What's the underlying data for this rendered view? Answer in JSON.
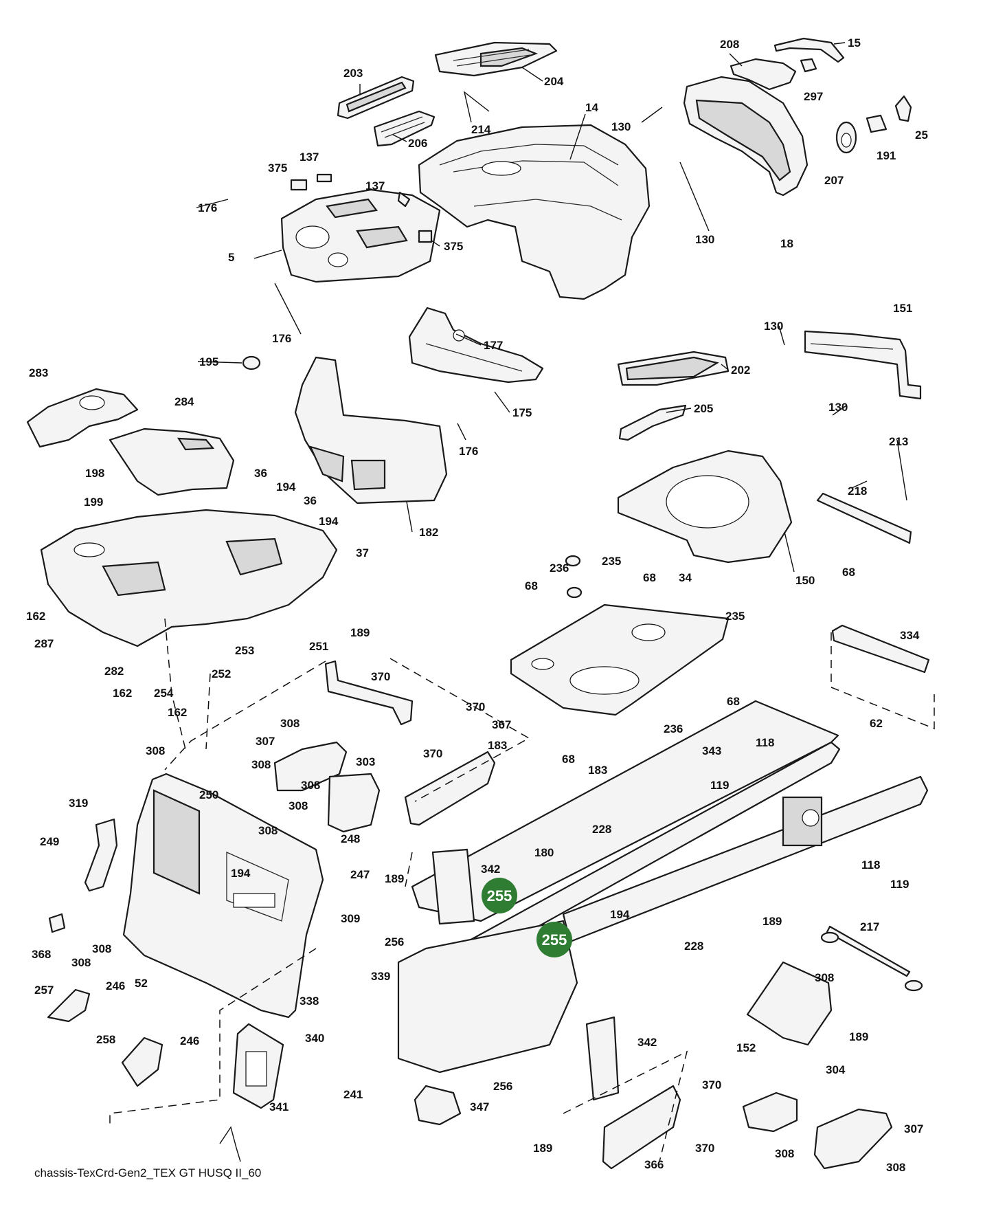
{
  "caption": "chassis-TexCrd-Gen2_TEX GT HUSQ II_60",
  "highlight_color": "#2e7d32",
  "badges": [
    "255",
    "255"
  ],
  "labels": [
    "15",
    "208",
    "203",
    "204",
    "297",
    "25",
    "214",
    "14",
    "206",
    "130",
    "191",
    "207",
    "137",
    "375",
    "137",
    "176",
    "5",
    "375",
    "18",
    "130",
    "176",
    "177",
    "195",
    "151",
    "130",
    "202",
    "283",
    "284",
    "175",
    "130",
    "176",
    "205",
    "198",
    "36",
    "194",
    "199",
    "36",
    "194",
    "213",
    "218",
    "182",
    "150",
    "37",
    "68",
    "236",
    "235",
    "68",
    "34",
    "68",
    "162",
    "287",
    "235",
    "189",
    "334",
    "251",
    "282",
    "370",
    "253",
    "162",
    "252",
    "254",
    "162",
    "68",
    "62",
    "308",
    "307",
    "303",
    "370",
    "367",
    "183",
    "236",
    "68",
    "343",
    "118",
    "308",
    "370",
    "183",
    "308",
    "250",
    "319",
    "308",
    "119",
    "308",
    "249",
    "248",
    "228",
    "308",
    "180",
    "342",
    "118",
    "119",
    "194",
    "247",
    "189",
    "194",
    "309",
    "368",
    "189",
    "217",
    "228",
    "308",
    "256",
    "308",
    "308",
    "52",
    "257",
    "246",
    "339",
    "338",
    "152",
    "189",
    "340",
    "258",
    "246",
    "342",
    "256",
    "304",
    "241",
    "347",
    "341",
    "370",
    "307",
    "189",
    "370",
    "308",
    "366",
    "308"
  ]
}
